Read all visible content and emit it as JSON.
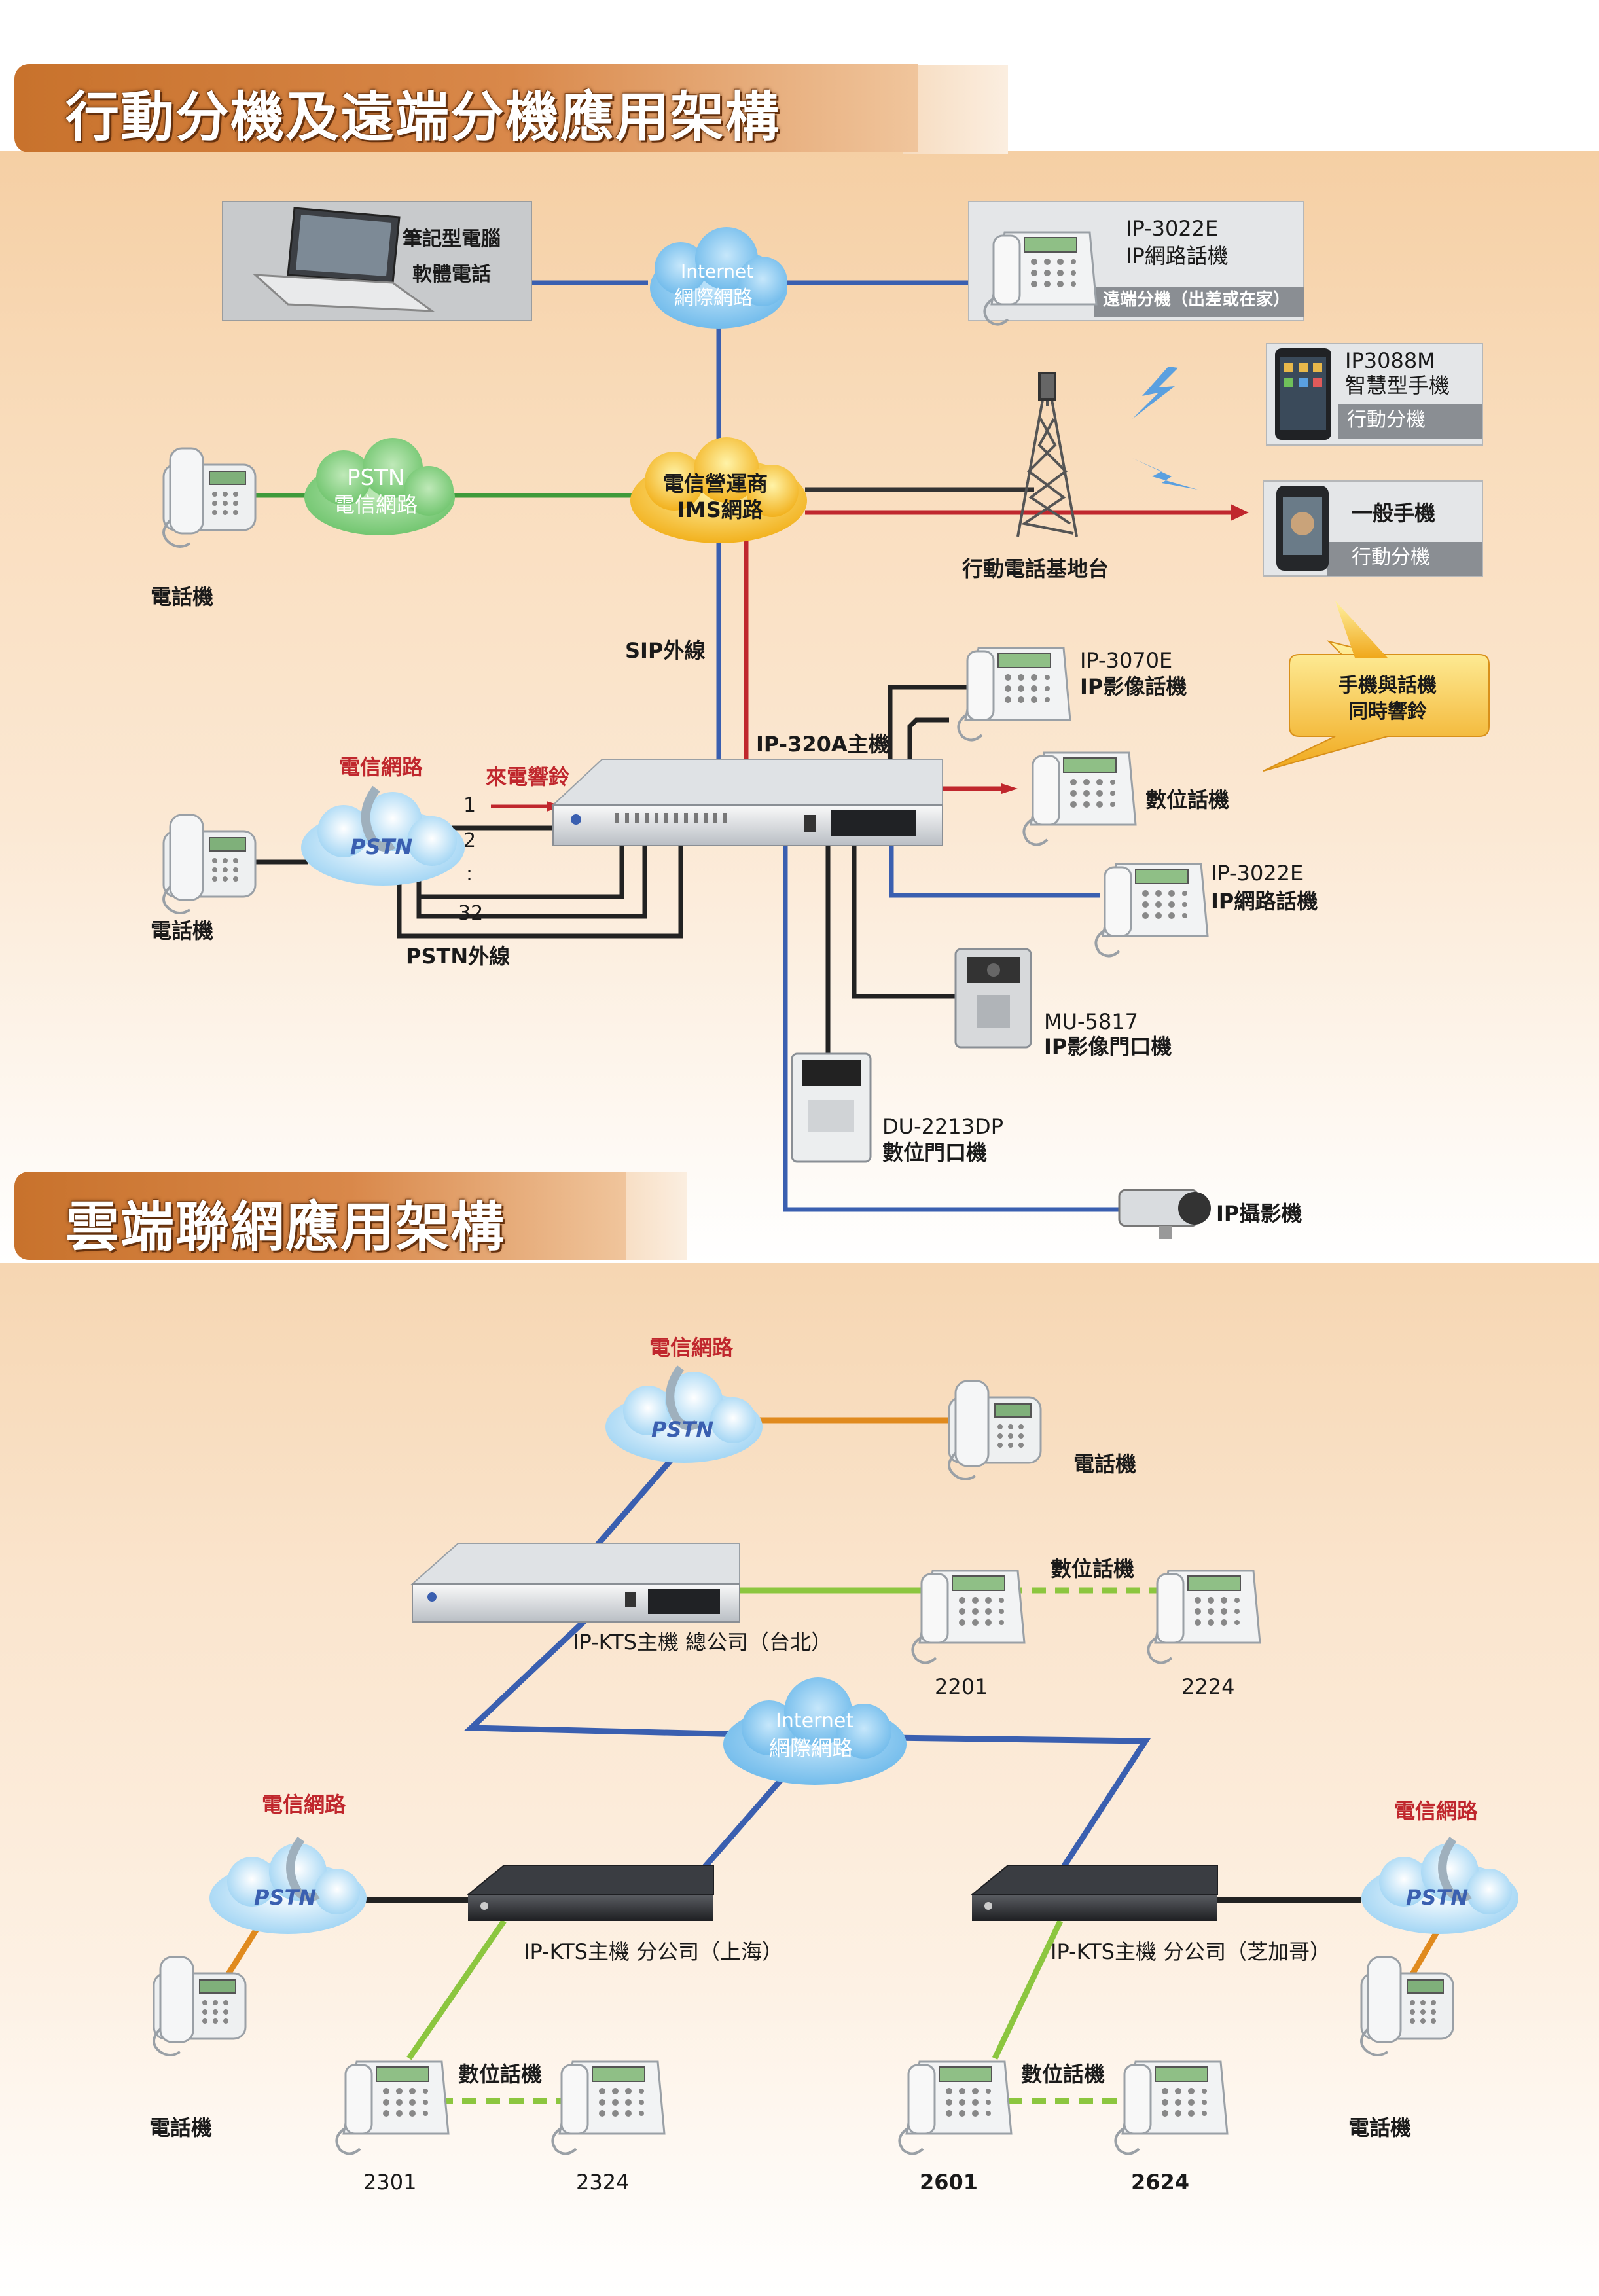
{
  "section1": {
    "title": "行動分機及遠端分機應用架構",
    "laptop": {
      "line1": "筆記型電腦",
      "line2": "軟體電話"
    },
    "internet_cloud": {
      "en": "Internet",
      "zh": "網際網路"
    },
    "remote_phone": {
      "model": "IP-3022E",
      "name": "IP網路話機",
      "note": "遠端分機（出差或在家）"
    },
    "smartphone": {
      "model": "IP3088M",
      "name": "智慧型手機",
      "note": "行動分機"
    },
    "mobile_phone": {
      "name": "一般手機",
      "note": "行動分機"
    },
    "pstn_cloud": {
      "en": "PSTN",
      "zh": "電信網路"
    },
    "telephone_label": "電話機",
    "ims_cloud": {
      "line1": "電信營運商",
      "line2": "IMS網路"
    },
    "base_station": "行動電話基地台",
    "sip_trunk": "SIP外線",
    "ring_callout": {
      "line1": "手機與話機",
      "line2": "同時響鈴"
    },
    "ip3070e": {
      "model": "IP-3070E",
      "name": "IP影像話機"
    },
    "main_unit": "IP-320A主機",
    "telecom_network": "電信網路",
    "incoming_ring": "來電響鈴",
    "pstn_label": "PSTN",
    "trunk_numbers": [
      "1",
      "2",
      ":",
      "32"
    ],
    "pstn_trunk": "PSTN外線",
    "telephone_label2": "電話機",
    "digital_phone": "數位話機",
    "ip3022e": {
      "model": "IP-3022E",
      "name": "IP網路話機"
    },
    "mu5817": {
      "model": "MU-5817",
      "name": "IP影像門口機"
    },
    "du2213dp": {
      "model": "DU-2213DP",
      "name": "數位門口機"
    },
    "ip_camera": "IP攝影機"
  },
  "section2": {
    "title": "雲端聯網應用架構",
    "hq_telecom": "電信網路",
    "hq_pstn": "PSTN",
    "hq_phone": "電話機",
    "hq_digital": "數位話機",
    "hq_unit": "IP-KTS主機 總公司（台北）",
    "hq_ext1": "2201",
    "hq_ext2": "2224",
    "internet_cloud": {
      "en": "Internet",
      "zh": "網際網路"
    },
    "sh_telecom": "電信網路",
    "sh_pstn": "PSTN",
    "sh_unit": "IP-KTS主機 分公司（上海）",
    "sh_phone": "電話機",
    "sh_digital": "數位話機",
    "sh_ext1": "2301",
    "sh_ext2": "2324",
    "chi_telecom": "電信網路",
    "chi_pstn": "PSTN",
    "chi_unit": "IP-KTS主機 分公司（芝加哥）",
    "chi_phone": "電話機",
    "chi_digital": "數位話機",
    "chi_ext1": "2601",
    "chi_ext2": "2624"
  },
  "colors": {
    "blue_line": "#3a5fb0",
    "green_line": "#3f9a3a",
    "red_line": "#c0272d",
    "orange_line": "#e08a1e",
    "lime_line": "#8cc63f",
    "banner": "#d07a36"
  }
}
